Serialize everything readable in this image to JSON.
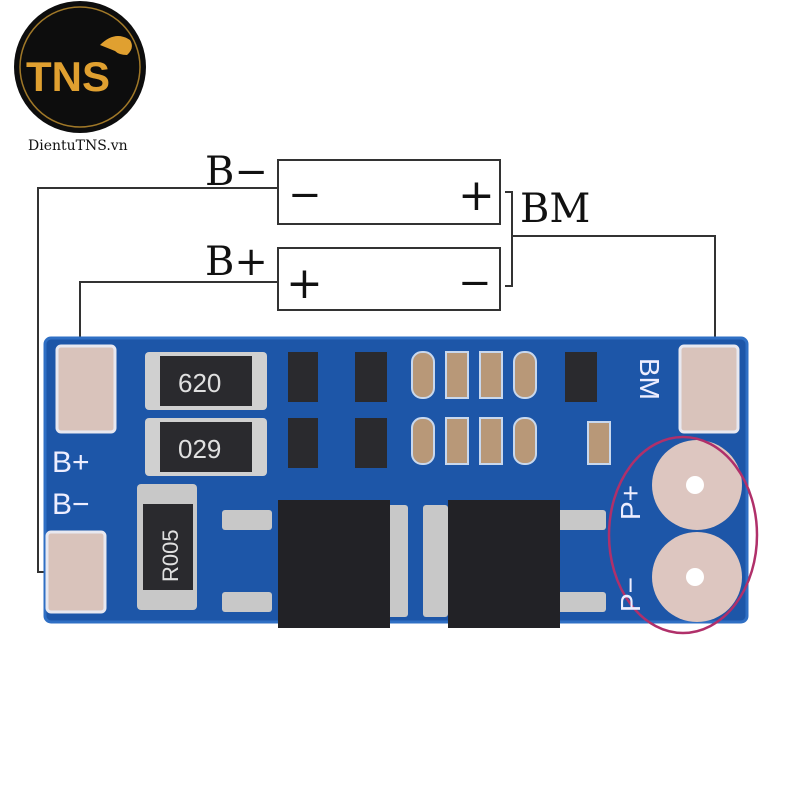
{
  "logo": {
    "text": "TNS",
    "site": "DientuTNS.vn",
    "gold": "#e0a030",
    "black": "#0d0d0d"
  },
  "diagram": {
    "label_b_minus": "B−",
    "label_b_plus": "B+",
    "label_bm": "BM",
    "cell_top": {
      "left": "−",
      "right": "+"
    },
    "cell_bottom": {
      "left": "+",
      "right": "−"
    }
  },
  "board": {
    "color": "#1d56a8",
    "resistor_1": "620",
    "resistor_2": "029",
    "shunt": "R005",
    "silk_b_plus": "B+",
    "silk_b_minus": "B−",
    "silk_bm": "BM",
    "silk_p_plus": "P+",
    "silk_p_minus": "P−",
    "highlight_color": "#b0306a"
  }
}
